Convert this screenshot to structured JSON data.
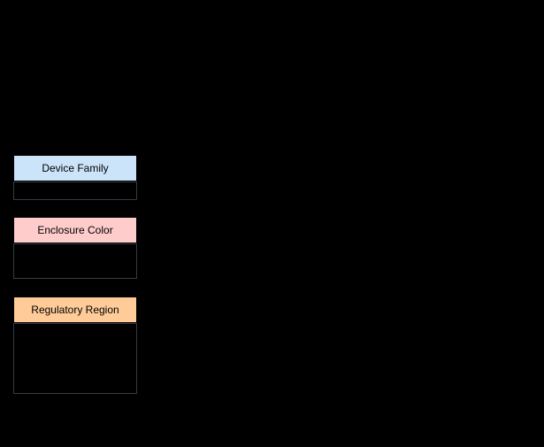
{
  "diagram": {
    "background_color": "#000000",
    "node_border_color": "#343b46",
    "header_border_color": "#000000",
    "title_text_color": "#000000",
    "nodes": [
      {
        "title": "Device Family",
        "header_color": "#cce4fa"
      },
      {
        "title": "Enclosure Color",
        "header_color": "#ffcccc"
      },
      {
        "title": "Regulatory Region",
        "header_color": "#ffcc99"
      }
    ]
  }
}
